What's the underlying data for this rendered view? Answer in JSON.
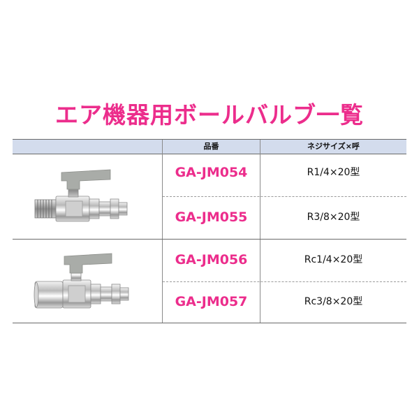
{
  "title": "エア機器用ボールバルブ一覧",
  "table": {
    "headers": {
      "image": "",
      "model": "品番",
      "thread": "ネジサイズ×呼"
    },
    "groups": [
      {
        "image_icon": "male-thread-ball-valve-coupler",
        "rows": [
          {
            "model": "GA-JM054",
            "thread": "R1/4×20型"
          },
          {
            "model": "GA-JM055",
            "thread": "R3/8×20型"
          }
        ]
      },
      {
        "image_icon": "female-thread-ball-valve-coupler",
        "rows": [
          {
            "model": "GA-JM056",
            "thread": "Rc1/4×20型"
          },
          {
            "model": "GA-JM057",
            "thread": "Rc3/8×20型"
          }
        ]
      }
    ]
  },
  "colors": {
    "title": "#ec2d8c",
    "model_text": "#ec2d8c",
    "header_bg": "#d3dced"
  }
}
